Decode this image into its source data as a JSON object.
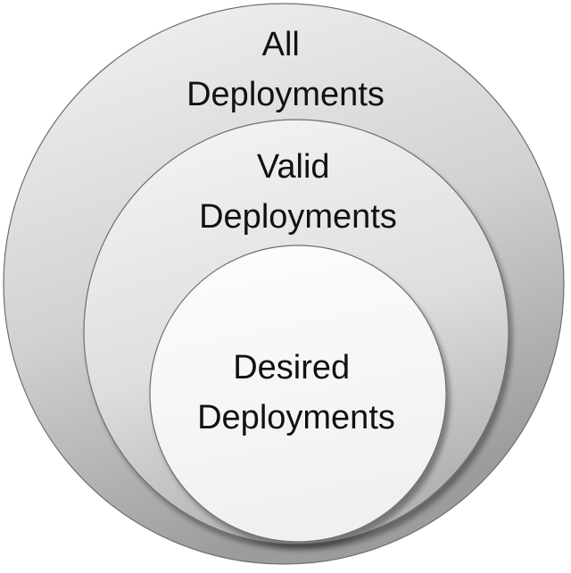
{
  "diagram": {
    "outer": {
      "line1": "All",
      "line2": "Deployments"
    },
    "middle": {
      "line1": "Valid",
      "line2": "Deployments"
    },
    "inner": {
      "line1": "Desired",
      "line2": "Deployments"
    }
  },
  "colors": {
    "outer_light": "#efefef",
    "outer_dark": "#a6a6a6",
    "middle_light": "#f3f3f3",
    "middle_dark": "#bdbdbd",
    "inner_fill": "#f7f7f7",
    "stroke": "#6e6e6e"
  }
}
